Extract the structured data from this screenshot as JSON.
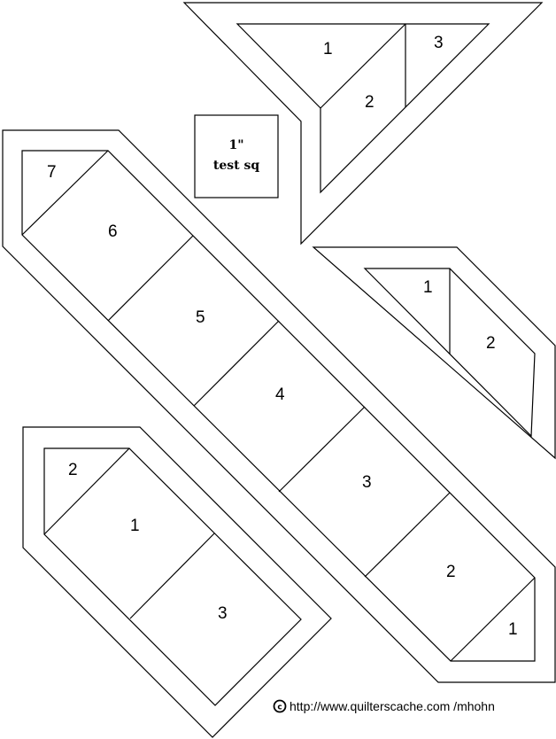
{
  "test_square": {
    "line1": "1\"",
    "line2": "test sq"
  },
  "pieces": {
    "top_triangle": {
      "labels": [
        "1",
        "2",
        "3"
      ]
    },
    "right_triangle": {
      "labels": [
        "1",
        "2"
      ]
    },
    "long_strip": {
      "labels": [
        "7",
        "6",
        "5",
        "4",
        "3",
        "2",
        "1"
      ]
    },
    "small_strip": {
      "labels": [
        "2",
        "1",
        "3"
      ]
    }
  },
  "credit": {
    "symbol": "c",
    "text": "http://www.quilterscache.com /mhohn"
  },
  "colors": {
    "line": "#000000",
    "background": "#ffffff"
  }
}
